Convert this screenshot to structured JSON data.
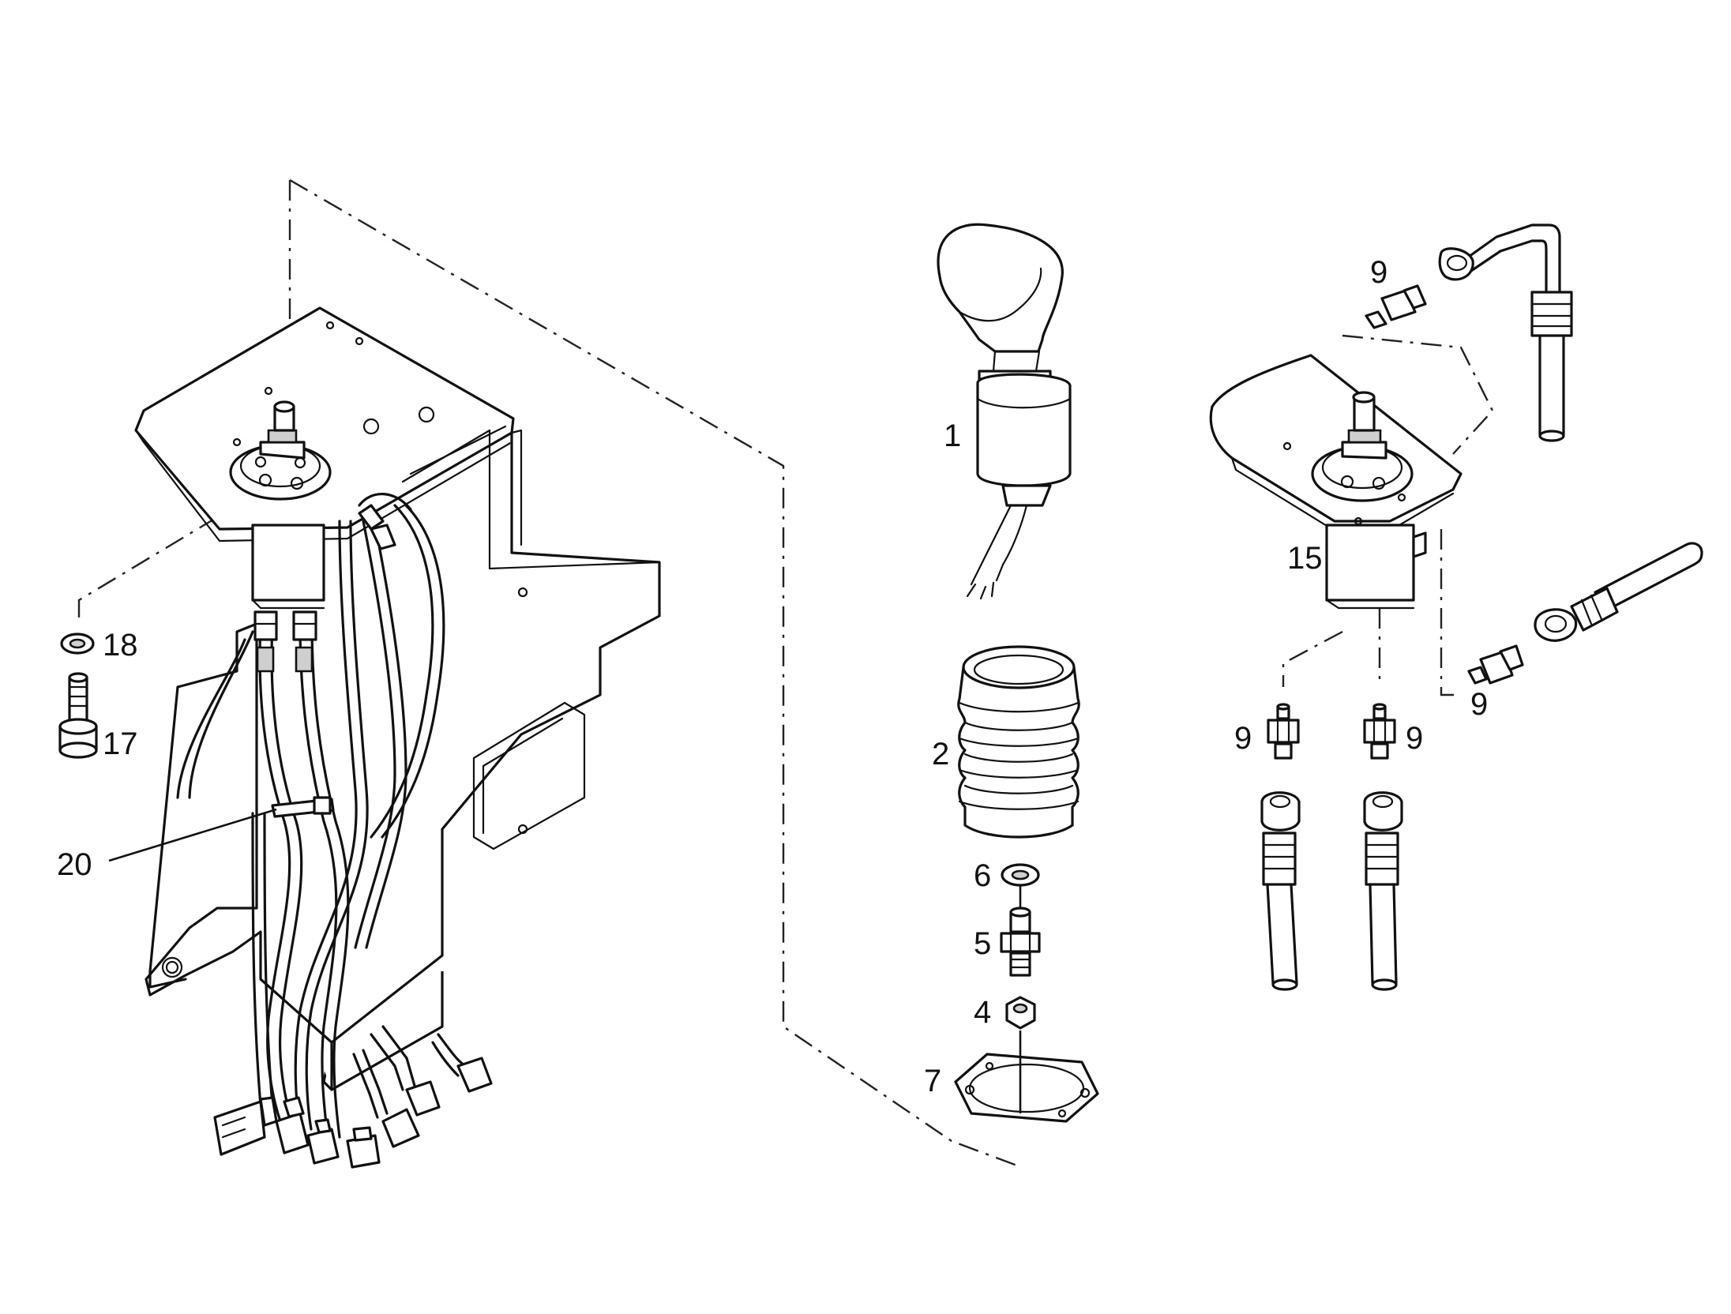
{
  "callouts": {
    "c1": "1",
    "c2": "2",
    "c4": "4",
    "c5": "5",
    "c6": "6",
    "c7": "7",
    "c9a": "9",
    "c9b": "9",
    "c9c": "9",
    "c9d": "9",
    "c15": "15",
    "c17": "17",
    "c18": "18",
    "c20": "20"
  }
}
